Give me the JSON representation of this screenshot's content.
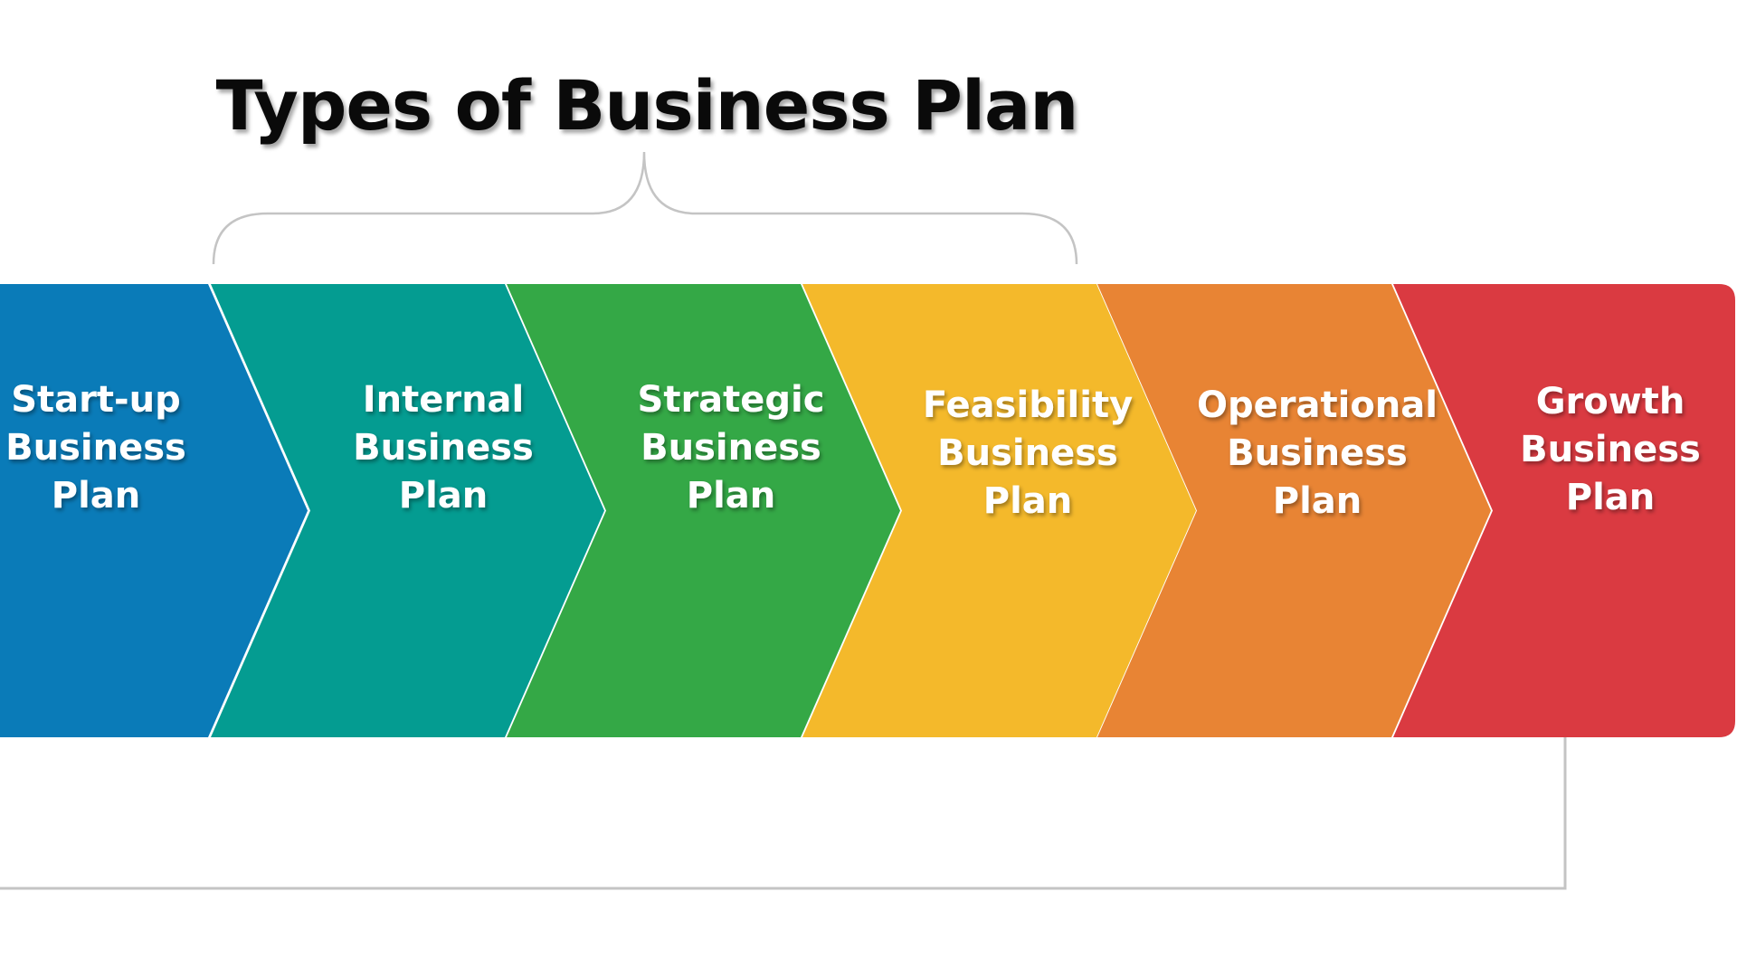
{
  "title": "Types of Business Plan",
  "segments": [
    {
      "lines": [
        "Start-up",
        "Business",
        "Plan"
      ],
      "color": "#0a7bb8"
    },
    {
      "lines": [
        "Internal",
        "Business",
        "Plan"
      ],
      "color": "#049c91"
    },
    {
      "lines": [
        "Strategic",
        "Business",
        "Plan"
      ],
      "color": "#34a846"
    },
    {
      "lines": [
        "Feasibility",
        "Business",
        "Plan"
      ],
      "color": "#f4b92b"
    },
    {
      "lines": [
        "Operational",
        "Business",
        "Plan"
      ],
      "color": "#e88434"
    },
    {
      "lines": [
        "Growth",
        "Business",
        "Plan"
      ],
      "color": "#da3a41"
    }
  ],
  "connector_color": "#c4c4c4"
}
